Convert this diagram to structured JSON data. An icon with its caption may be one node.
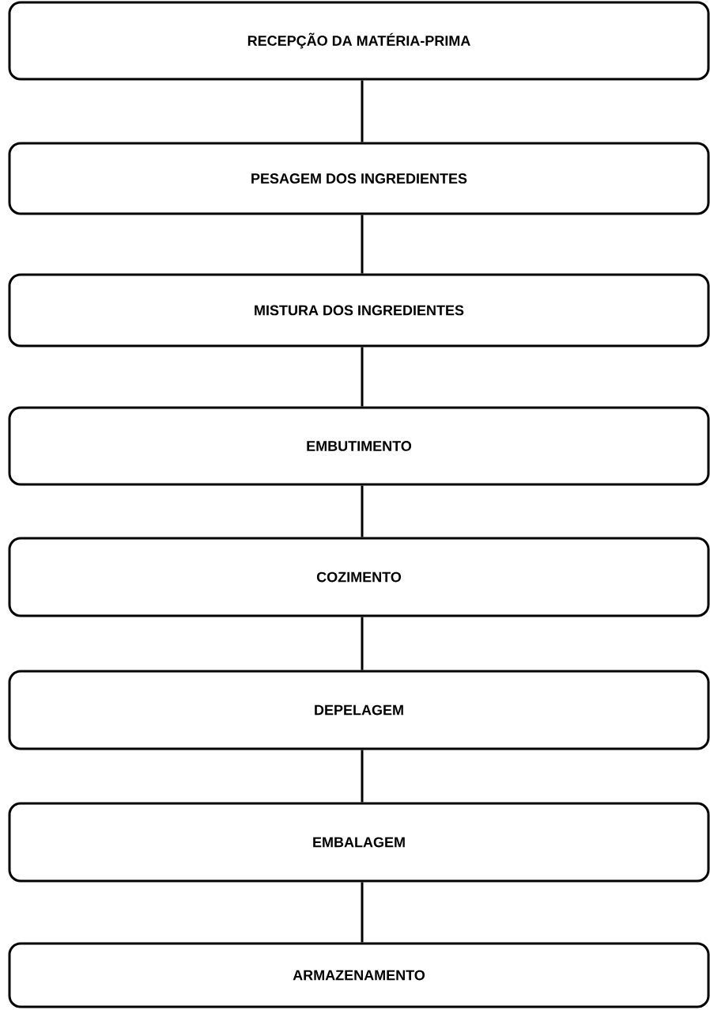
{
  "diagram": {
    "nodes": [
      {
        "text": [
          "RECEPÇÃO DA MATÉRIA-PRIMA"
        ]
      },
      {
        "text": [
          "PESAGEM DOS INGREDIENTES"
        ]
      },
      {
        "text": [
          "MISTURA DOS INGREDIENTES"
        ]
      },
      {
        "text": [
          "EMBUTIMENTO"
        ]
      },
      {
        "text": [
          "COZIMENTO"
        ]
      },
      {
        "text": [
          "DEPELAGEM"
        ]
      },
      {
        "text": [
          "EMBALAGEM"
        ]
      },
      {
        "text": [
          "ARMAZENAMENTO"
        ]
      }
    ],
    "edges": [
      {
        "from": 0,
        "to": 1,
        "arrow": "none"
      },
      {
        "from": 1,
        "to": 2,
        "arrow": "none"
      },
      {
        "from": 2,
        "to": 3,
        "arrow": "none"
      },
      {
        "from": 3,
        "to": 4,
        "arrow": "none"
      },
      {
        "from": 4,
        "to": 5,
        "arrow": "none"
      },
      {
        "from": 5,
        "to": 6,
        "arrow": "none"
      },
      {
        "from": 6,
        "to": 7,
        "arrow": "none"
      }
    ]
  }
}
